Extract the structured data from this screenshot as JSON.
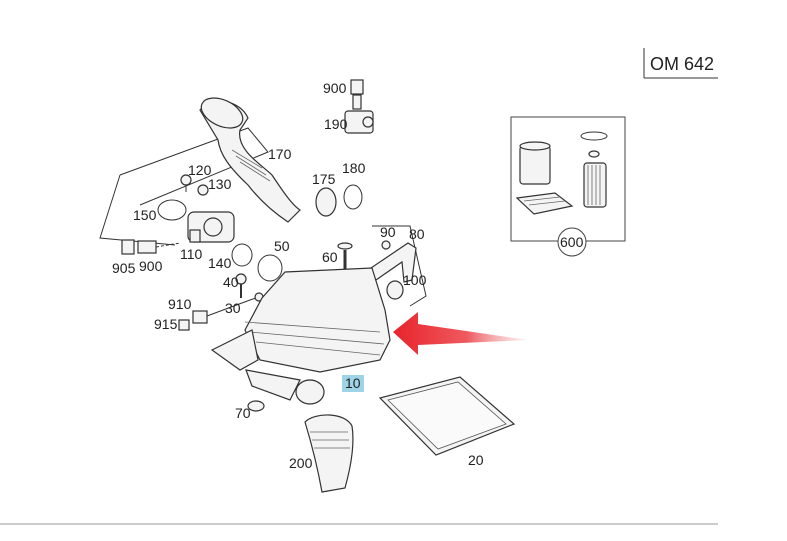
{
  "engine_code": "OM 642",
  "parts": [
    {
      "id": "p900a",
      "number": "900",
      "icon": "sensor-plug-icon"
    },
    {
      "id": "p190",
      "number": "190",
      "icon": "pressure-sensor-icon"
    },
    {
      "id": "p170",
      "number": "170",
      "icon": "intake-pipe-icon"
    },
    {
      "id": "p120",
      "number": "120",
      "icon": "screw-icon"
    },
    {
      "id": "p130",
      "number": "130",
      "icon": "washer-icon"
    },
    {
      "id": "p150",
      "number": "150",
      "icon": "seal-ring-icon"
    },
    {
      "id": "p175",
      "number": "175",
      "icon": "sleeve-icon"
    },
    {
      "id": "p180",
      "number": "180",
      "icon": "hose-clamp-icon"
    },
    {
      "id": "p110",
      "number": "110",
      "icon": "air-mass-sensor-icon"
    },
    {
      "id": "p905",
      "number": "905",
      "icon": "connector-icon"
    },
    {
      "id": "p900b",
      "number": "900",
      "icon": "connector-icon"
    },
    {
      "id": "p140",
      "number": "140",
      "icon": "clamp-icon"
    },
    {
      "id": "p50",
      "number": "50",
      "icon": "o-ring-icon"
    },
    {
      "id": "p40",
      "number": "40",
      "icon": "bolt-icon"
    },
    {
      "id": "p60",
      "number": "60",
      "icon": "long-bolt-icon"
    },
    {
      "id": "p90",
      "number": "90",
      "icon": "nut-icon"
    },
    {
      "id": "p80",
      "number": "80",
      "icon": "bracket-icon"
    },
    {
      "id": "p100",
      "number": "100",
      "icon": "rubber-mount-icon"
    },
    {
      "id": "p910",
      "number": "910",
      "icon": "wiring-icon"
    },
    {
      "id": "p30",
      "number": "30",
      "icon": "clip-icon"
    },
    {
      "id": "p915",
      "number": "915",
      "icon": "plug-icon"
    },
    {
      "id": "p10",
      "number": "10",
      "icon": "air-filter-housing-icon",
      "highlighted": true
    },
    {
      "id": "p70",
      "number": "70",
      "icon": "grommet-icon"
    },
    {
      "id": "p200",
      "number": "200",
      "icon": "intake-duct-icon"
    },
    {
      "id": "p20",
      "number": "20",
      "icon": "air-filter-element-icon"
    },
    {
      "id": "p600",
      "number": "600",
      "icon": "filter-set-icon"
    }
  ],
  "colors": {
    "highlight": "#9fd4e8",
    "arrow": "#e8232b",
    "line": "#333333"
  }
}
